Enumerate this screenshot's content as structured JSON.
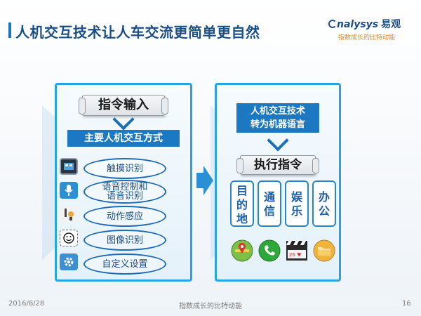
{
  "title": "人机交互技术让人车交流更简单更自然",
  "logo": {
    "brand_latin": "nalysys",
    "brand_cn": "易观",
    "tagline": "指数成长的比特动能"
  },
  "left_panel": {
    "header": "指令输入",
    "band": "主要人机交互方式",
    "methods": [
      {
        "label": "触摸识别",
        "icon": "touchscreen-icon"
      },
      {
        "label": "语音控制和语音识别",
        "line1": "语音控制和",
        "line2": "语音识别",
        "icon": "microphone-icon"
      },
      {
        "label": "动作感应",
        "icon": "gesture-icon"
      },
      {
        "label": "图像识别",
        "icon": "face-icon"
      },
      {
        "label": "自定义设置",
        "icon": "gear-icon"
      }
    ]
  },
  "right_panel": {
    "band_line1": "人机交互技术",
    "band_line2": "转为机器语言",
    "header": "执行指令",
    "categories": [
      {
        "l1": "目",
        "l2": "的",
        "l3": "地"
      },
      {
        "l1": "通",
        "l2": "信"
      },
      {
        "l1": "娱",
        "l2": "乐"
      },
      {
        "l1": "办",
        "l2": "公"
      }
    ],
    "apps": [
      "map-pin-icon",
      "phone-icon",
      "clapperboard-icon",
      "folder-icon"
    ],
    "clapper_text": "26 ♥"
  },
  "footer": {
    "date": "2016/6/28",
    "center": "指数成长的比特动能",
    "page": "16"
  },
  "colors": {
    "panel_border": "#2aa4dc",
    "band_blue": "#1c78c0",
    "title_blue": "#1b4e86",
    "accent_orange": "#e08a2a"
  }
}
